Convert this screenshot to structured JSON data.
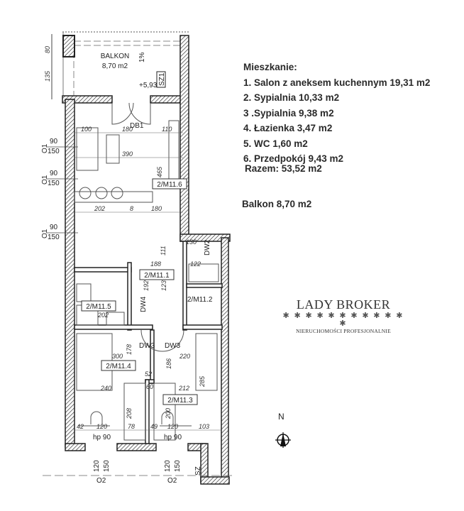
{
  "legend": {
    "title": "Mieszkanie:",
    "items": [
      "1. Salon z aneksem kuchennym 19,31 m2",
      "2. Sypialnia 10,33 m2",
      "3 .Sypialnia 9,38 m2",
      "4. Łazienka 3,47 m2",
      "5. WC  1,60 m2",
      "6. Przedpokój 9,43 m2"
    ],
    "total": "Razem: 53,52 m2",
    "balcony": "Balkon 8,70 m2"
  },
  "brand": {
    "name": "LADY BROKER",
    "stars": "✱ ✱ ✱ ✱ ✱ ✱ ✱ ✱ ✱ ✱ ✱ ✱",
    "tagline": "NIERUCHOMOŚCI PROFESJONALNIE"
  },
  "compass": {
    "label": "N"
  },
  "plan": {
    "balcony_name": "BALKON",
    "balcony_area": "8,70 m2",
    "level": "+5,93",
    "sz1": "SZ1",
    "sz": "SZ",
    "slope": "1%",
    "door_db1": "DB1",
    "rooms": {
      "m116": "2/M11.6",
      "m111": "2/M11.1",
      "m115": "2/M11.5",
      "m112": "2/M11.2",
      "m114": "2/M11.4",
      "m113": "2/M11.3"
    },
    "dims": {
      "d80": "80",
      "d135": "135",
      "d100": "100",
      "d180a": "180",
      "d110": "110",
      "d390": "390",
      "d465": "465",
      "d202a": "202",
      "d8a": "8",
      "d180b": "180",
      "d130": "130",
      "d111": "111",
      "d188": "188",
      "d122": "122",
      "d192": "192",
      "d123": "123",
      "d202b": "202",
      "d300": "300",
      "d220": "220",
      "d178": "178",
      "d186": "186",
      "d52": "52",
      "d240": "240",
      "d60": "60",
      "d212": "212",
      "d285": "285",
      "d208": "208",
      "d200": "200",
      "d42": "42",
      "d120a": "120",
      "d78": "78",
      "d49": "49",
      "d120b": "120",
      "d103": "103"
    },
    "windows": {
      "o1": "O1",
      "o1_90": "90",
      "o1_150": "150",
      "hp90": "hp 90",
      "o2": "O2",
      "o2_120": "120",
      "o2_150": "150"
    },
    "doors": {
      "dw3": "DW3",
      "dw4": "DW4",
      "dw2": "DW2"
    }
  }
}
